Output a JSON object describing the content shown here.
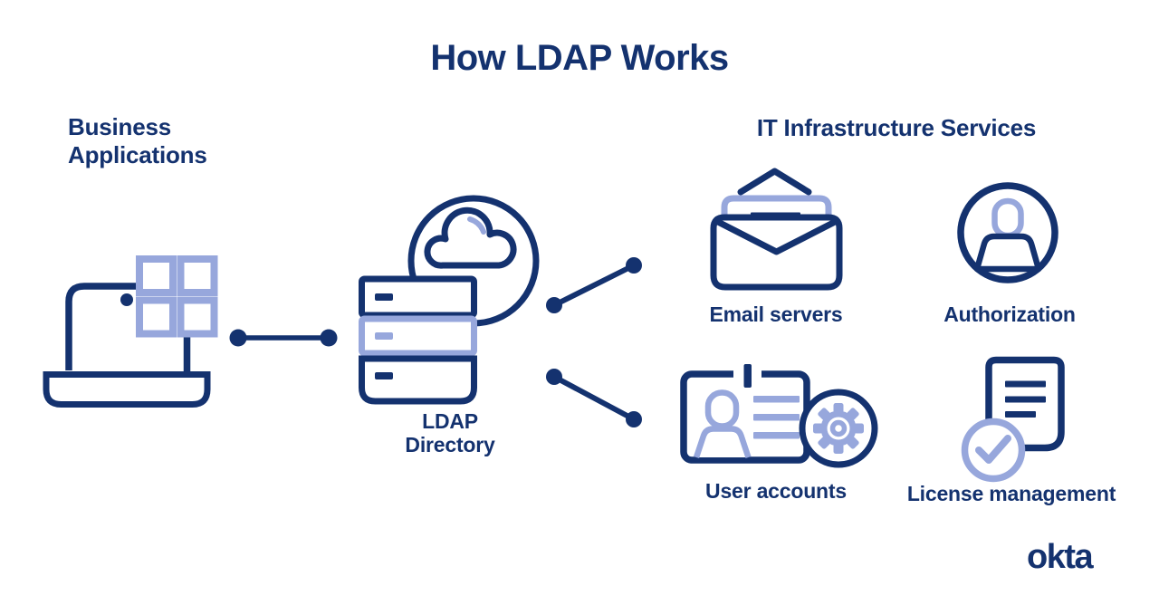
{
  "title": "How LDAP Works",
  "groups": {
    "business_applications": {
      "label": "Business Applications"
    },
    "it_infrastructure": {
      "label": "IT Infrastructure Services"
    }
  },
  "nodes": {
    "business_device": {
      "icon": "laptop-with-app-grid-icon",
      "label": ""
    },
    "ldap_directory": {
      "icon": "server-stack-with-cloud-icon",
      "label": "LDAP Directory"
    },
    "email_servers": {
      "icon": "open-envelope-icon",
      "label": "Email servers"
    },
    "authorization": {
      "icon": "person-in-circle-icon",
      "label": "Authorization"
    },
    "user_accounts": {
      "icon": "id-card-with-gear-icon",
      "label": "User accounts"
    },
    "license_management": {
      "icon": "document-with-checkmark-icon",
      "label": "License management"
    }
  },
  "connections": [
    {
      "from": "business_applications",
      "to": "ldap_directory"
    },
    {
      "from": "ldap_directory",
      "to": "email_servers"
    },
    {
      "from": "ldap_directory",
      "to": "user_accounts"
    }
  ],
  "branding": {
    "logo": "okta"
  },
  "colors": {
    "navy": "#14326F",
    "periwinkle": "#97A7DC",
    "background": "#FFFFFF"
  }
}
